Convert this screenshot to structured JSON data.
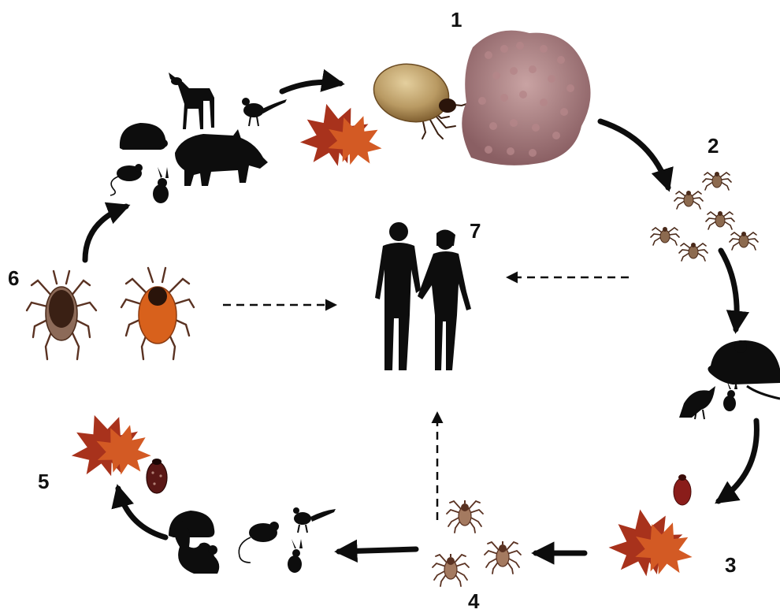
{
  "stages": [
    {
      "label": "1",
      "name": "eggs"
    },
    {
      "label": "2",
      "name": "larvae"
    },
    {
      "label": "3",
      "name": "engorged-larva"
    },
    {
      "label": "4",
      "name": "nymphs"
    },
    {
      "label": "5",
      "name": "engorged-nymph"
    },
    {
      "label": "6",
      "name": "adults"
    },
    {
      "label": "7",
      "name": "humans"
    }
  ],
  "colors": {
    "silhouette": "#0d0d0d",
    "arrow": "#0d0d0d",
    "egg_mass": "#9a6e70",
    "leaf_red": "#a8321c",
    "leaf_orange": "#d35a24",
    "tick_brown": "#5a2c1a",
    "engorged_female": "#b99a63",
    "adult_female_orange": "#d8611c",
    "engorged_red": "#8a1d1a"
  },
  "icons": [
    "deer-icon",
    "pheasant-icon",
    "hedgehog-icon",
    "boar-icon",
    "mouse-icon",
    "rabbit-icon",
    "rat-icon",
    "bird-icon",
    "squirrel-icon",
    "human-couple-icon",
    "leaf-icon",
    "tick-icon",
    "egg-mass-icon"
  ]
}
